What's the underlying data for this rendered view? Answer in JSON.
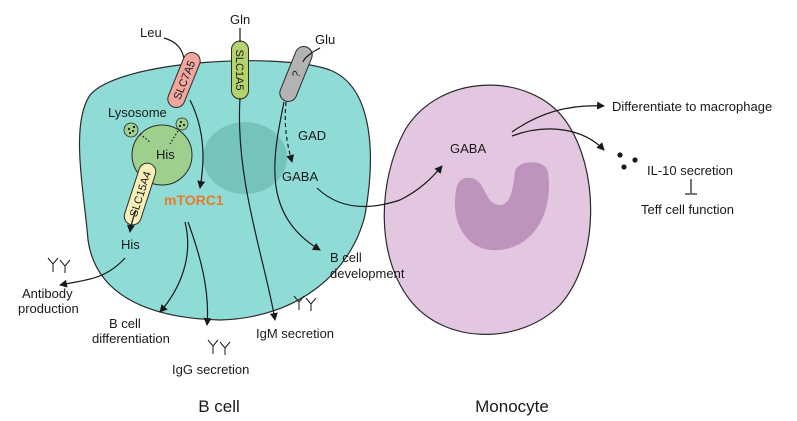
{
  "cells": {
    "b_cell": {
      "label": "B cell",
      "fill": "#8fdcd7",
      "nucleus_fill": "#75c4bb"
    },
    "monocyte": {
      "label": "Monocyte",
      "fill": "#e3c7e1",
      "nucleus_fill": "#bf94bc"
    }
  },
  "lysosome": {
    "label": "Lysosome",
    "inner_label": "His",
    "fill": "#9ecf8c"
  },
  "transporters": {
    "slc7a5": {
      "label": "SLC7A5",
      "color": "#f2a6a0"
    },
    "slc1a5": {
      "label": "SLC1A5",
      "color": "#b5d36d"
    },
    "unknown": {
      "label": "?",
      "color": "#b3b3b3"
    },
    "slc15a4": {
      "label": "SLC15A4",
      "color": "#f6efb8"
    }
  },
  "metabolites": {
    "leu": "Leu",
    "gln": "Gln",
    "glu": "Glu",
    "his": "His",
    "gad": "GAD",
    "gaba_b": "GABA",
    "gaba_mono": "GABA"
  },
  "mtorc1": {
    "label": "mTORC1",
    "color": "#e87b2a"
  },
  "outcomes": {
    "antibody_production": [
      "Antibody",
      "production"
    ],
    "b_cell_differentiation": [
      "B cell",
      "differentiation"
    ],
    "igg_secretion": "IgG secretion",
    "igm_secretion": "IgM secretion",
    "b_cell_development": [
      "B cell",
      "development"
    ],
    "differentiate_macrophage": "Differentiate to macrophage",
    "il10_secretion": "IL-10 secretion",
    "teff_function": "Teff cell function"
  }
}
